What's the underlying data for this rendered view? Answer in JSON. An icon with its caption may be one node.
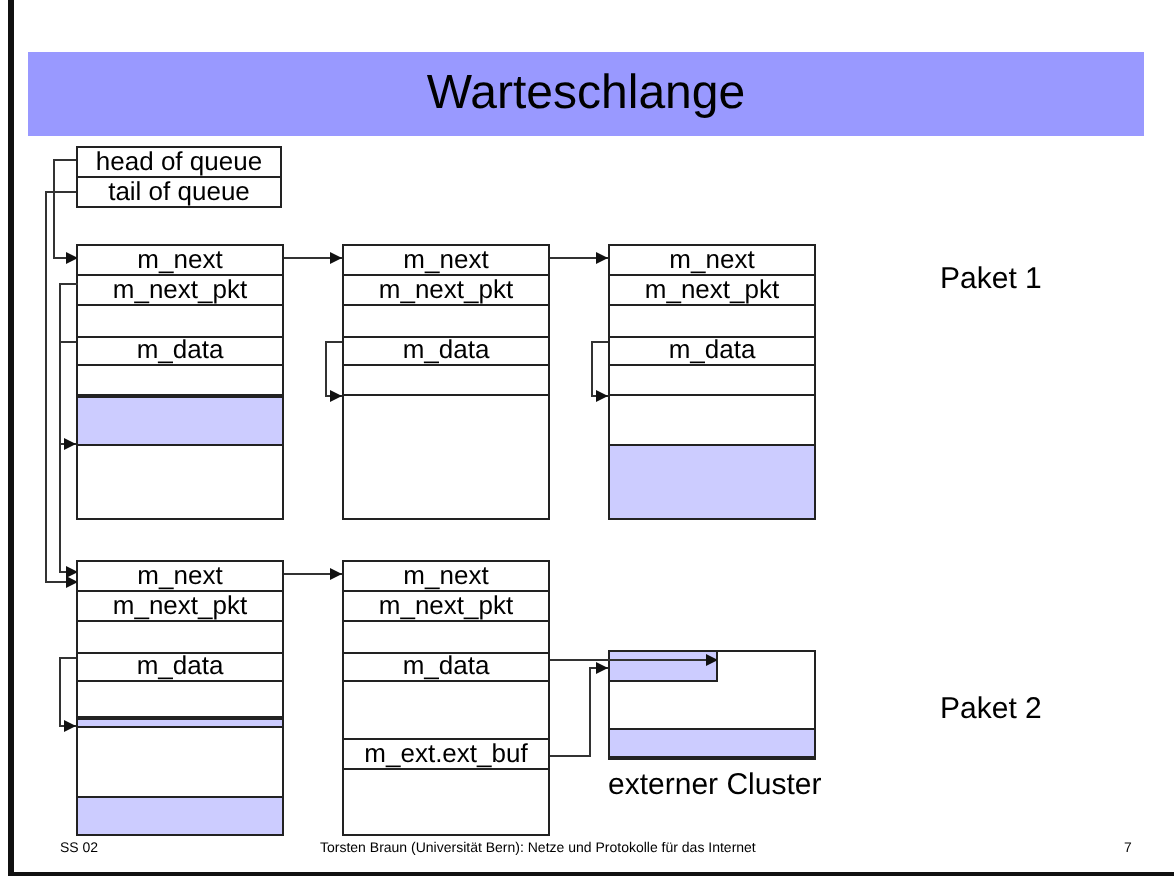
{
  "diagram": {
    "title": "Warteschlange",
    "nodes": [
      {
        "text": [
          "head of queue"
        ]
      },
      {
        "text": [
          "tail of queue"
        ]
      },
      {
        "text": [],
        "shape": "box"
      },
      {
        "text": [
          "m_next"
        ],
        "in": 2
      },
      {
        "text": [
          "m_next_pkt"
        ],
        "in": 2
      },
      {
        "text": [
          "m_data"
        ],
        "in": 2
      },
      {
        "text": [],
        "shape": "box",
        "in": 2
      },
      {
        "text": [],
        "shape": "box"
      },
      {
        "text": [
          "m_next"
        ],
        "in": 7
      },
      {
        "text": [
          "m_next_pkt"
        ],
        "in": 7
      },
      {
        "text": [
          "m_data"
        ],
        "in": 7
      },
      {
        "text": [],
        "shape": "box",
        "in": 7
      },
      {
        "text": [],
        "shape": "box"
      },
      {
        "text": [
          "m_next"
        ],
        "in": 12
      },
      {
        "text": [
          "m_next_pkt"
        ],
        "in": 12
      },
      {
        "text": [
          "m_data"
        ],
        "in": 12
      },
      {
        "text": [],
        "shape": "box",
        "in": 12
      },
      {
        "text": [],
        "shape": "box"
      },
      {
        "text": [
          "m_next"
        ],
        "in": 17
      },
      {
        "text": [
          "m_next_pkt"
        ],
        "in": 17
      },
      {
        "text": [
          "m_data"
        ],
        "in": 17
      },
      {
        "text": [],
        "shape": "box",
        "in": 17
      },
      {
        "text": [],
        "shape": "box"
      },
      {
        "text": [
          "m_next"
        ],
        "in": 22
      },
      {
        "text": [
          "m_next_pkt"
        ],
        "in": 22
      },
      {
        "text": [
          "m_data"
        ],
        "in": 22
      },
      {
        "text": [
          "m_ext.ext_buf"
        ],
        "in": 22
      },
      {
        "text": [],
        "shape": "box",
        "beside": [
          "externer Cluster"
        ]
      },
      {
        "text": [],
        "shape": "box",
        "in": 27
      }
    ],
    "edges": [
      {
        "from": 0,
        "to": 3,
        "arrow": "to"
      },
      {
        "from": 1,
        "to": 18,
        "arrow": "to"
      },
      {
        "from": 3,
        "to": 8,
        "arrow": "to"
      },
      {
        "from": 8,
        "to": 13,
        "arrow": "to"
      },
      {
        "from": 4,
        "to": 18,
        "arrow": "to"
      },
      {
        "from": 18,
        "to": 23,
        "arrow": "to"
      },
      {
        "from": 5,
        "to": 6,
        "arrow": "to"
      },
      {
        "from": 10,
        "to": 11,
        "arrow": "to"
      },
      {
        "from": 15,
        "to": 16,
        "arrow": "to"
      },
      {
        "from": 20,
        "to": 21,
        "arrow": "to"
      },
      {
        "from": 25,
        "to": 28,
        "arrow": "to"
      },
      {
        "from": 26,
        "to": 27,
        "arrow": "to"
      }
    ],
    "labels": [
      "Paket 1",
      "Paket 2",
      "SS 02",
      "Torsten Braun (Universität Bern): Netze und Protokolle für das Internet",
      "7"
    ]
  }
}
